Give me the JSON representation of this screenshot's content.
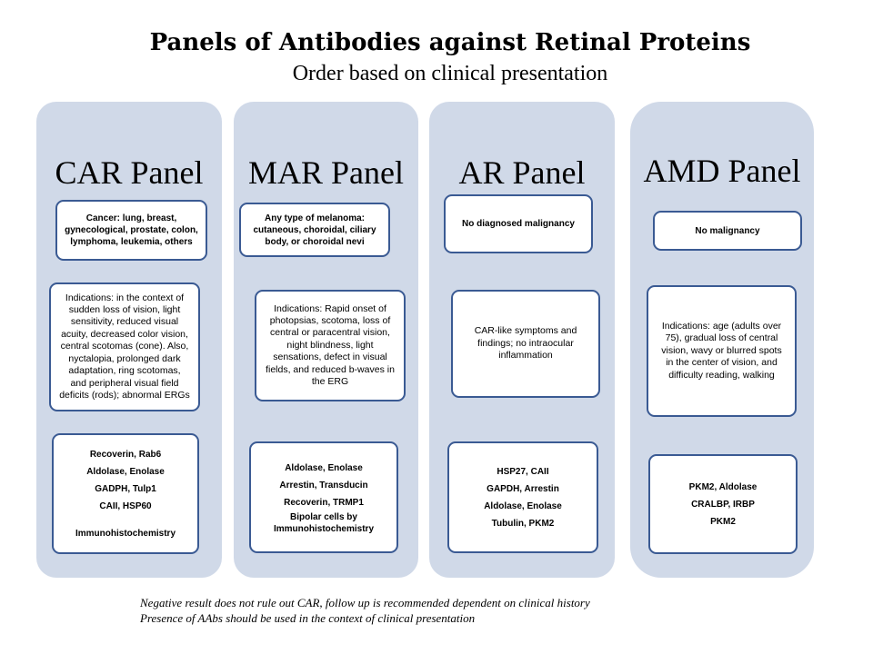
{
  "title": "Panels of Antibodies against Retinal Proteins",
  "subtitle": "Order based on clinical presentation",
  "panels": [
    {
      "name": "CAR Panel",
      "presentation": [
        "Cancer: lung, breast,",
        "gynecological, prostate, colon,",
        "lymphoma, leukemia, others"
      ],
      "indications": [
        "Indications: in the context of",
        "sudden loss of vision, light",
        "sensitivity, reduced visual",
        "acuity, decreased color vision,",
        "central scotomas (cone). Also,",
        "nyctalopia, prolonged dark",
        "adaptation, ring scotomas,",
        "and peripheral visual field",
        "deficits (rods); abnormal ERGs"
      ],
      "antibodies": [
        "Recoverin, Rab6",
        "Aldolase, Enolase",
        "GADPH, Tulp1",
        "CAII, HSP60",
        "",
        "Immunohistochemistry"
      ]
    },
    {
      "name": "MAR Panel",
      "presentation": [
        "Any type of melanoma:",
        "cutaneous, choroidal, ciliary",
        "body, or choroidal nevi"
      ],
      "indications": [
        "Indications: Rapid onset of",
        "photopsias, scotoma, loss of",
        "central or paracentral vision,",
        "night blindness, light",
        "sensations, defect in visual",
        "fields, and reduced b-waves in",
        "the ERG"
      ],
      "antibodies": [
        "Aldolase, Enolase",
        "Arrestin, Transducin",
        "Recoverin, TRMP1",
        "Bipolar cells by",
        "Immunohistochemistry"
      ]
    },
    {
      "name": "AR Panel",
      "presentation": [
        "No diagnosed malignancy"
      ],
      "indications": [
        "CAR-like symptoms and",
        "findings; no intraocular",
        "inflammation"
      ],
      "antibodies": [
        "HSP27, CAII",
        "GAPDH, Arrestin",
        "Aldolase, Enolase",
        "Tubulin, PKM2"
      ]
    },
    {
      "name": "AMD Panel",
      "presentation": [
        "No malignancy"
      ],
      "indications": [
        "Indications: age (adults over",
        "75), gradual loss of central",
        "vision, wavy or blurred spots",
        "in the center of vision, and",
        "difficulty reading, walking"
      ],
      "antibodies": [
        "PKM2, Aldolase",
        "CRALBP, IRBP",
        "PKM2"
      ]
    }
  ],
  "footnotes": [
    "Negative result does not rule out CAR, follow up is recommended dependent on clinical history",
    "Presence of AAbs should be used in the context of clinical presentation"
  ],
  "colors": {
    "column_background": "#d0d9e8",
    "box_border": "#3a5a93",
    "box_background": "#ffffff"
  }
}
